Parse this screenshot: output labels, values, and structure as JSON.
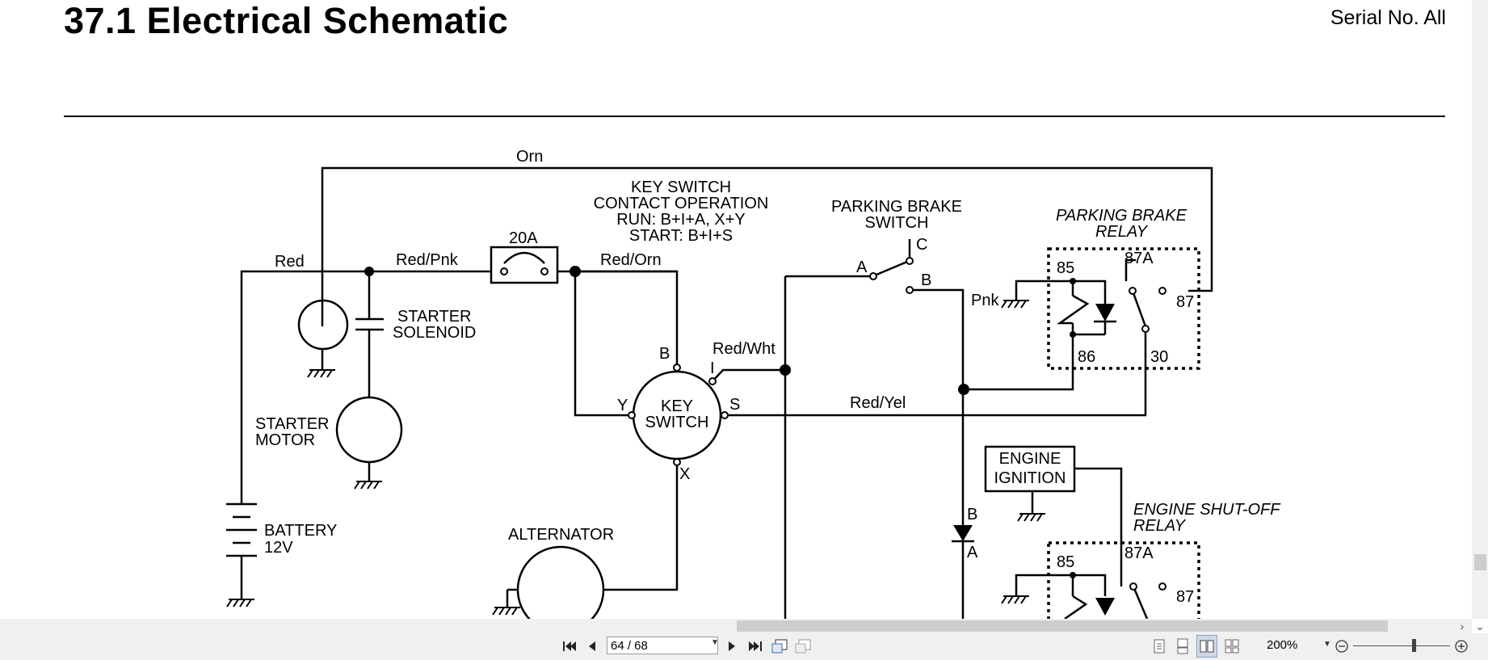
{
  "header": {
    "title": "37.1 Electrical Schematic",
    "serial": "Serial No. All"
  },
  "schematic": {
    "wire_orn": "Orn",
    "wire_red": "Red",
    "wire_red_pnk": "Red/Pnk",
    "fuse_label": "20A",
    "wire_red_orn": "Red/Orn",
    "key_switch_title": [
      "KEY SWITCH",
      "CONTACT OPERATION",
      "RUN: B+I+A, X+Y",
      "START: B+I+S"
    ],
    "starter_solenoid": [
      "STARTER",
      "SOLENOID"
    ],
    "starter_motor": [
      "STARTER",
      "MOTOR"
    ],
    "battery": [
      "BATTERY",
      "12V"
    ],
    "alternator": "ALTERNATOR",
    "key_switch": [
      "KEY",
      "SWITCH"
    ],
    "key_terminals": {
      "b": "B",
      "i": "I",
      "s": "S",
      "y": "Y",
      "x": "X"
    },
    "wire_red_wht": "Red/Wht",
    "wire_red_yel": "Red/Yel",
    "parking_brake_switch": [
      "PARKING BRAKE",
      "SWITCH"
    ],
    "pb_switch_terminals": {
      "a": "A",
      "b": "B",
      "c": "C"
    },
    "wire_pnk": "Pnk",
    "parking_brake_relay": [
      "PARKING BRAKE",
      "RELAY"
    ],
    "relay_pins": {
      "p85": "85",
      "p86": "86",
      "p87a": "87A",
      "p87": "87",
      "p30": "30"
    },
    "engine_ignition": [
      "ENGINE",
      "IGNITION"
    ],
    "diode_terminals": {
      "b": "B",
      "a": "A"
    },
    "engine_shutoff_relay": [
      "ENGINE SHUT-OFF",
      "RELAY"
    ]
  },
  "toolbar": {
    "page_indicator": "64 / 68",
    "zoom_level": "200%",
    "icons": [
      "first-page-icon",
      "previous-page-icon",
      "next-page-icon",
      "last-page-icon",
      "fit-width-icon",
      "fit-page-icon",
      "single-page-view-icon",
      "continuous-view-icon",
      "two-page-view-icon",
      "two-page-continuous-icon",
      "zoom-out-icon",
      "zoom-in-icon"
    ]
  }
}
